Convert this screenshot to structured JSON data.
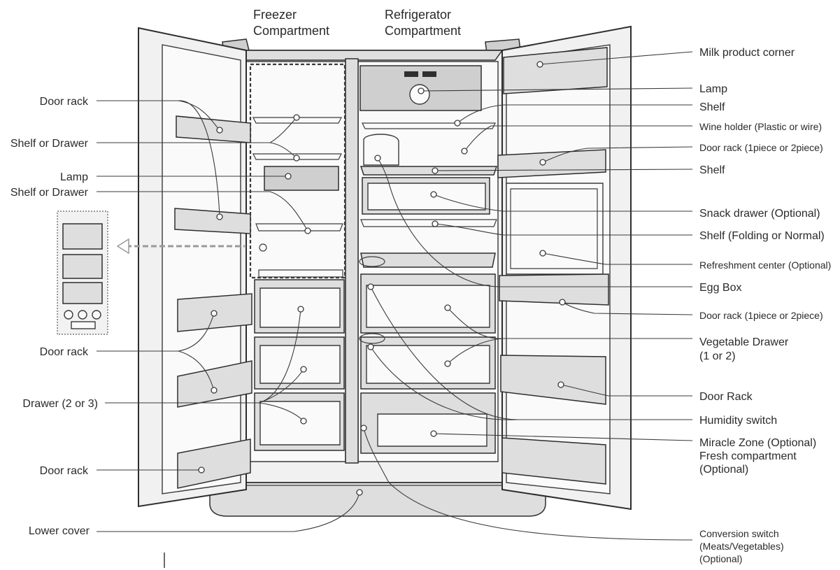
{
  "headings": {
    "freezer": [
      "Freezer",
      "Compartment"
    ],
    "refrigerator": [
      "Refrigerator",
      "Compartment"
    ]
  },
  "left_labels": {
    "door_rack_1": "Door rack",
    "shelf_or_drawer_1": "Shelf or Drawer",
    "lamp": "Lamp",
    "shelf_or_drawer_2": "Shelf or Drawer",
    "door_rack_2": "Door rack",
    "drawer_2_or_3": "Drawer (2 or 3)",
    "door_rack_3": "Door rack",
    "lower_cover": "Lower cover"
  },
  "right_labels": {
    "milk_product_corner": "Milk product corner",
    "lamp": "Lamp",
    "shelf_1": "Shelf",
    "wine_holder": "Wine holder (Plastic or wire)",
    "door_rack_1": "Door rack (1piece or 2piece)",
    "shelf_2": "Shelf",
    "snack_drawer": "Snack drawer (Optional)",
    "shelf_folding": "Shelf (Folding or Normal)",
    "refreshment_center": "Refreshment center (Optional)",
    "egg_box": "Egg Box",
    "door_rack_2": "Door rack (1piece or 2piece)",
    "vegetable_drawer": [
      "Vegetable Drawer",
      "(1 or 2)"
    ],
    "door_rack_3": "Door Rack",
    "humidity_switch": "Humidity switch",
    "miracle_zone": [
      "Miracle Zone (Optional)",
      "Fresh compartment",
      "(Optional)"
    ],
    "conversion_switch": [
      "Conversion switch",
      "(Meats/Vegetables)",
      "(Optional)"
    ]
  }
}
